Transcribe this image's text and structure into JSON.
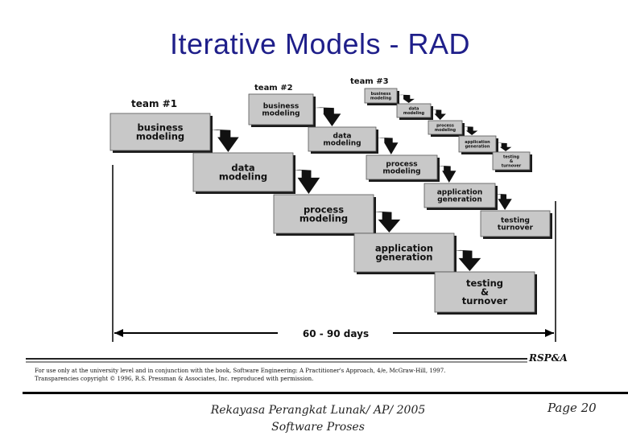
{
  "slide": {
    "title": "Iterative Models - RAD",
    "footer_line1": "Rekayasa Perangkat Lunak/ AP/ 2005",
    "footer_line2": "Software Proses",
    "page": "Page 20"
  },
  "diagram": {
    "teams": [
      {
        "label": "team #1",
        "phases": [
          [
            "business",
            "modeling"
          ],
          [
            "data",
            "modeling"
          ],
          [
            "process",
            "modeling"
          ],
          [
            "application",
            "generation"
          ],
          [
            "testing",
            "&",
            "turnover"
          ]
        ]
      },
      {
        "label": "team #2",
        "phases": [
          [
            "business",
            "modeling"
          ],
          [
            "data",
            "modeling"
          ],
          [
            "process",
            "modeling"
          ],
          [
            "application",
            "generation"
          ],
          [
            "testing",
            "turnover"
          ]
        ]
      },
      {
        "label": "team #3",
        "phases": [
          [
            "business",
            "modeling"
          ],
          [
            "data",
            "modeling"
          ],
          [
            "process",
            "modeling"
          ],
          [
            "application",
            "generation"
          ],
          [
            "testing",
            "&",
            "turnover"
          ]
        ]
      }
    ],
    "timeline_label": "60 - 90 days",
    "credit_line1": "For use only at the university level and in conjunction with the book, Software Engineering: A Practitioner's Approach, 4/e, McGraw-Hill, 1997.",
    "credit_line2": "Transparencies copyright © 1996, R.S. Pressman & Associates, Inc. reproduced with permission.",
    "logo_text": "RSP&A"
  }
}
